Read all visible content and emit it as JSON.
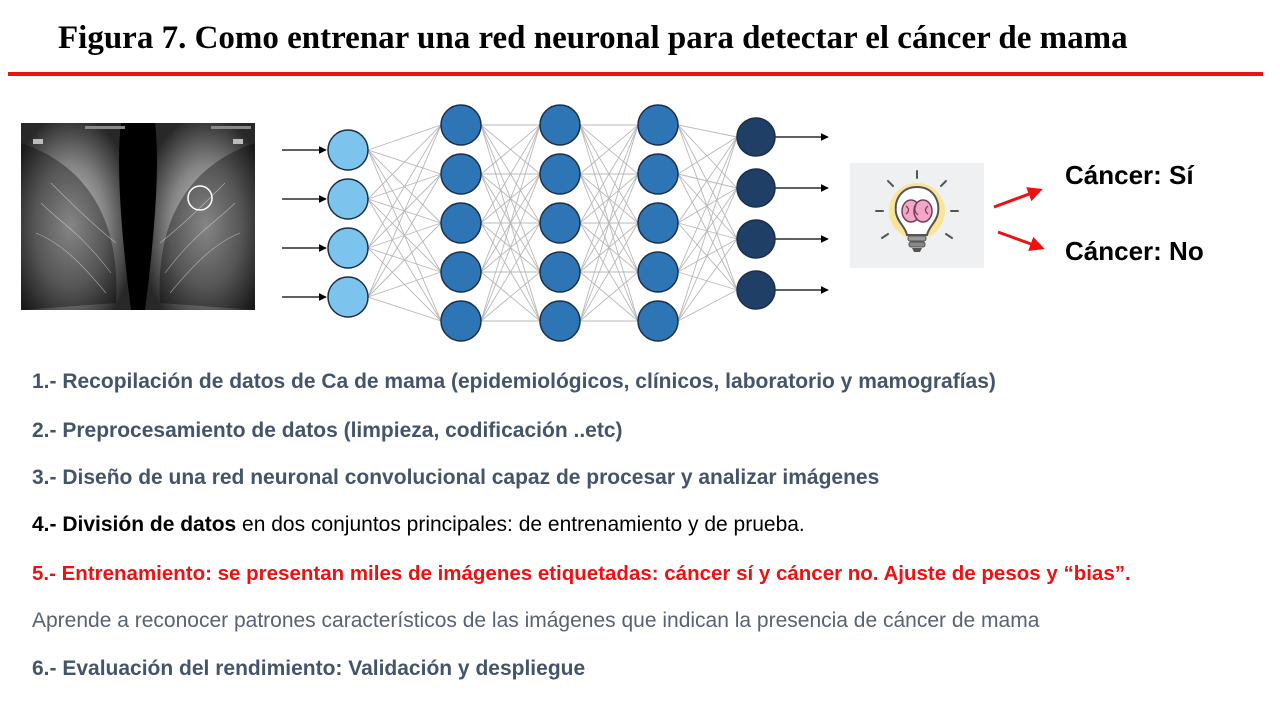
{
  "title": "Figura 7. Como entrenar una red neuronal para detectar el cáncer de mama",
  "colors": {
    "rule": "#ee1111",
    "input_node": "#7cc4ee",
    "hidden_node": "#2e75b6",
    "output_node": "#1f3f66",
    "arrow": "#ee1111",
    "step_text": "#44546a",
    "highlight": "#ee1111"
  },
  "network": {
    "layers": [
      4,
      5,
      5,
      5,
      4
    ],
    "input_arrows": 4,
    "output_arrows": 4
  },
  "icons": {
    "mammogram": "mammogram-image",
    "bulb": "lightbulb-brain-icon"
  },
  "outcomes": {
    "yes": "Cáncer: Sí",
    "no": "Cáncer: No"
  },
  "steps": {
    "s1": "1.- Recopilación de datos de Ca de mama (epidemiológicos, clínicos, laboratorio y mamografías)",
    "s2": "2.- Preprocesamiento de datos (limpieza, codificación ..etc)",
    "s3": "3.- Diseño de una red neuronal convolucional capaz de procesar y analizar imágenes",
    "s4_num": "4.- ",
    "s4_strong": "División de datos",
    "s4_rest": " en dos conjuntos principales: de entrenamiento y de prueba.",
    "s5": "5.- Entrenamiento: se presentan miles de imágenes etiquetadas:  cáncer sí y cáncer no. Ajuste de pesos y “bias”.",
    "s6": "Aprende a reconocer patrones característicos de las imágenes que indican la presencia de cáncer de mama",
    "s7": "6.- Evaluación del rendimiento: Validación y despliegue"
  }
}
